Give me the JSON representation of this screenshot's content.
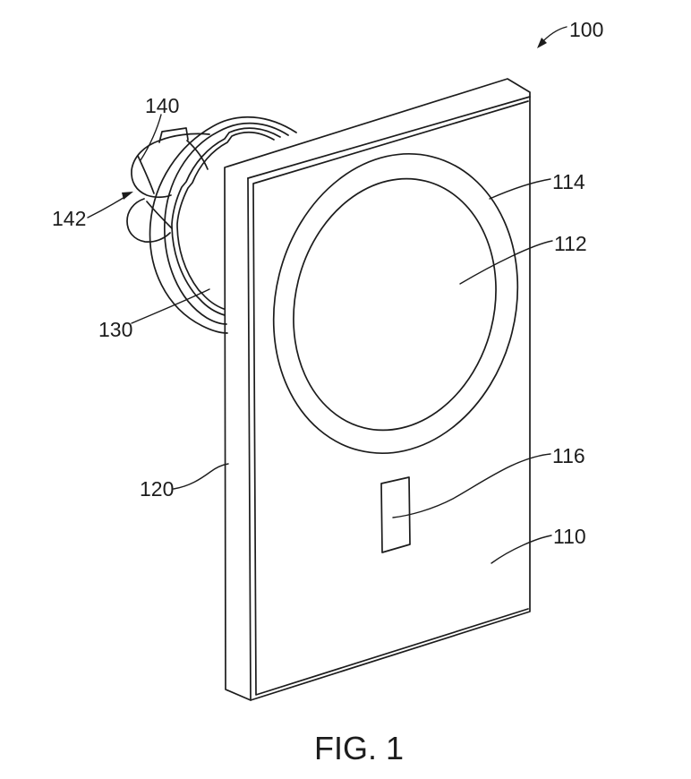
{
  "figure": {
    "caption": "FIG. 1",
    "ink_color": "#1c1c1c",
    "background_color": "#ffffff",
    "reference_numerals": {
      "n100": "100",
      "n110": "110",
      "n112": "112",
      "n114": "114",
      "n116": "116",
      "n120": "120",
      "n130": "130",
      "n140": "140",
      "n142": "142"
    }
  }
}
